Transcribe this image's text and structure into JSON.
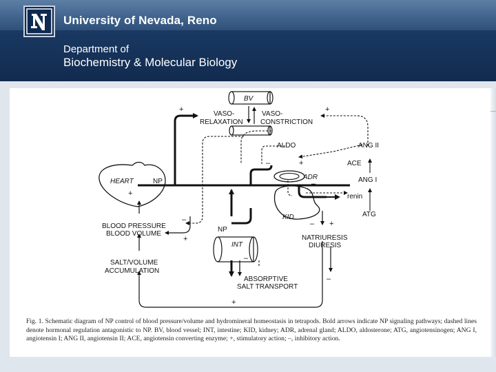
{
  "header": {
    "university": "University of Nevada, Reno",
    "logo_letter": "N",
    "department_line1": "Department of",
    "department_line2": "Biochemistry & Molecular Biology"
  },
  "diagram": {
    "labels": {
      "bv": "BV",
      "vaso_relax_1": "VASO-",
      "vaso_relax_2": "RELAXATION",
      "vaso_con_1": "VASO-",
      "vaso_con_2": "CONSTRICTION",
      "aldo": "ALDO",
      "ang2": "ANG II",
      "ace": "ACE",
      "ang1": "ANG I",
      "renin": "renin",
      "atg": "ATG",
      "heart": "HEART",
      "np_top": "NP",
      "adr": "ADR",
      "kid": "KID",
      "np_int": "NP",
      "int": "INT",
      "bp_1": "BLOOD PRESSURE",
      "bp_2": "BLOOD VOLUME",
      "salt_1": "SALT/VOLUME",
      "salt_2": "ACCUMULATION",
      "natri_1": "NATRIURESIS",
      "natri_2": "DIURESIS",
      "abs_1": "ABSORPTIVE",
      "abs_2": "SALT TRANSPORT"
    },
    "plus": "+",
    "minus": "–"
  },
  "caption": "Fig. 1. Schematic diagram of NP control of blood pressure/volume and hydromineral homeostasis in tetrapods. Bold arrows indicate NP signaling pathways; dashed lines denote hormonal regulation antagonistic to NP. BV, blood vessel; INT, intestine; KID, kidney; ADR, adrenal gland; ALDO, aldosterone; ATG, angiotensinogen; ANG I, angiotensin I; ANG II, angiotensin II; ACE, angiotensin converting enzyme; +, stimulatory action; –, inhibitory action."
}
